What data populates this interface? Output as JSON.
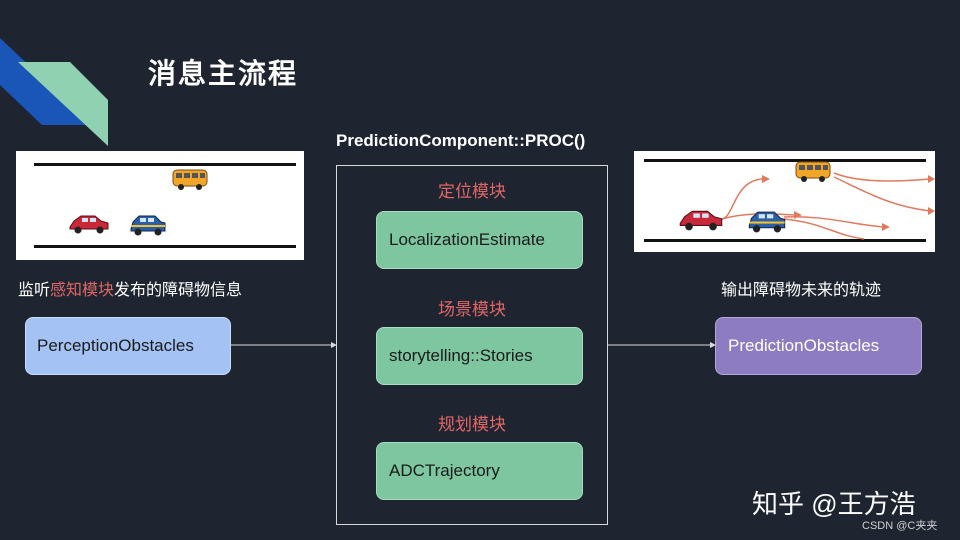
{
  "slide": {
    "title": "消息主流程"
  },
  "component": {
    "title": "PredictionComponent::PROC()",
    "modules": [
      {
        "label": "定位模块",
        "box": "LocalizationEstimate"
      },
      {
        "label": "场景模块",
        "box": "storytelling::Stories"
      },
      {
        "label": "规划模块",
        "box": "ADCTrajectory"
      }
    ]
  },
  "input": {
    "caption_pre": "监听",
    "caption_highlight": "感知模块",
    "caption_post": "发布的障碍物信息",
    "box": "PerceptionObstacles"
  },
  "output": {
    "caption": "输出障碍物未来的轨迹",
    "box": "PredictionObstacles"
  },
  "watermark": {
    "text": "知乎 @王方浩",
    "csdn": "CSDN @C夹夹"
  },
  "colors": {
    "background": "#1f2530",
    "module_label": "#e06666",
    "module_box": "#7dc6a0",
    "input_box": "#a4c2f4",
    "output_box": "#8e7cc3",
    "deco_blue": "#1a55b8",
    "deco_green": "#8fd1b0"
  }
}
